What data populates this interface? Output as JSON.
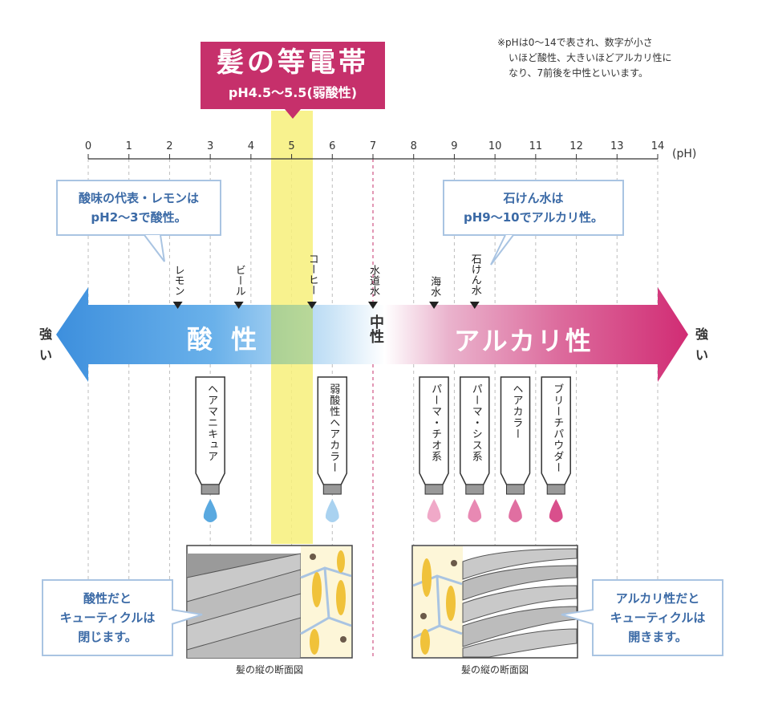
{
  "note": {
    "line1": "※pHは0〜14で表され、数字が小さ",
    "line2": "いほど酸性、大きいほどアルカリ性に",
    "line3": "なり、7前後を中性といいます。"
  },
  "title": {
    "main": "髪の等電帯",
    "range": "pH4.5〜5.5(弱酸性)"
  },
  "scale": {
    "ticks": [
      "0",
      "1",
      "2",
      "3",
      "4",
      "5",
      "6",
      "7",
      "8",
      "9",
      "10",
      "11",
      "12",
      "13",
      "14"
    ],
    "unit": "(pH)"
  },
  "callouts": {
    "lemon_line1": "酸味の代表・レモンは",
    "lemon_line2": "pH2〜3で酸性。",
    "soap_line1": "石けん水は",
    "soap_line2": "pH9〜10でアルカリ性。",
    "acid_line1": "酸性だと",
    "acid_line2": "キューティクルは",
    "acid_line3": "閉じます。",
    "alkali_line1": "アルカリ性だと",
    "alkali_line2": "キューティクルは",
    "alkali_line3": "開きます。"
  },
  "markers": [
    {
      "label": "レモン",
      "ph": 2.2
    },
    {
      "label": "ビール",
      "ph": 3.7
    },
    {
      "label": "コーヒー",
      "ph": 5.5
    },
    {
      "label": "水道水",
      "ph": 7.0
    },
    {
      "label": "海水",
      "ph": 8.5
    },
    {
      "label": "石けん水",
      "ph": 9.5
    }
  ],
  "arrow": {
    "left_label": "強い",
    "right_label": "強い",
    "acid_label": "酸 性",
    "neutral_label": "中性",
    "alkali_label": "アルカリ性"
  },
  "products": [
    {
      "label": "ヘアマニキュア",
      "ph": 3.0,
      "drop_color": "#5aa9e0"
    },
    {
      "label": "弱酸性ヘアカラー",
      "ph": 6.0,
      "drop_color": "#a9d2f0"
    },
    {
      "label": "パーマ・チオ系",
      "ph": 8.5,
      "drop_color": "#f0a9c8"
    },
    {
      "label": "パーマ・シス系",
      "ph": 9.5,
      "drop_color": "#e889b3"
    },
    {
      "label": "ヘアカラー",
      "ph": 10.5,
      "drop_color": "#e06fa1"
    },
    {
      "label": "ブリーチパウダー",
      "ph": 11.5,
      "drop_color": "#d94f8c"
    }
  ],
  "cross_sections": {
    "left_caption": "髪の縦の断面図",
    "right_caption": "髪の縦の断面図"
  },
  "colors": {
    "acid": "#3d8fdd",
    "alkali": "#d12c74",
    "highlight": "#f7f07a",
    "title_bg": "#c6306b",
    "callout_border": "#a9c4e2"
  }
}
